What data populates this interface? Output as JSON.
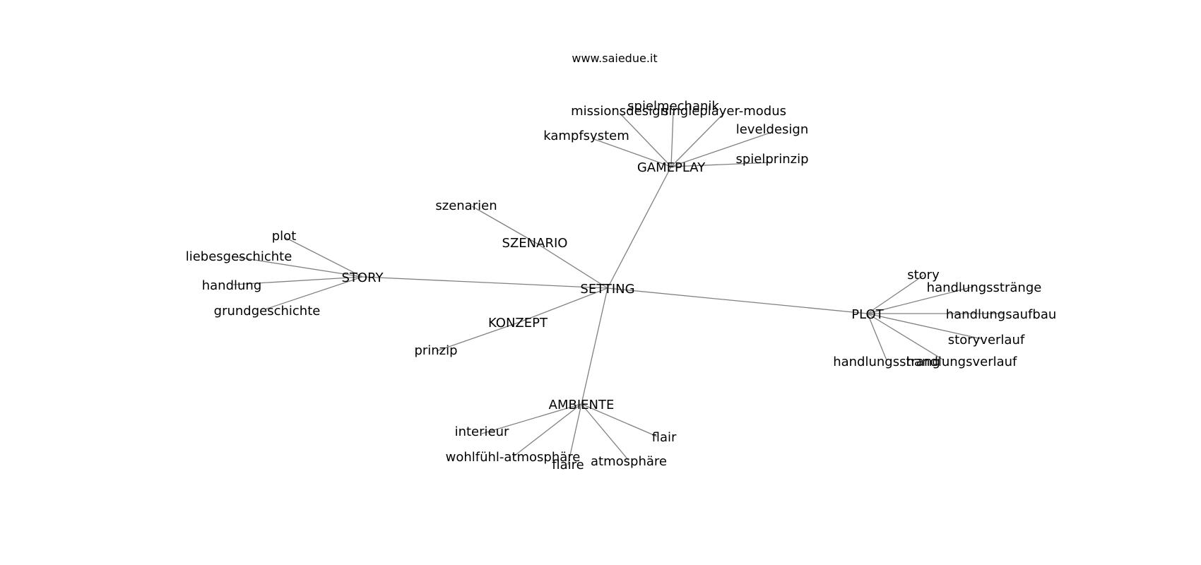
{
  "watermark": "www.saiedue.it",
  "root": "SETTING",
  "hubs": [
    {
      "id": "gameplay",
      "label": "GAMEPLAY",
      "children": [
        "missionsdesign",
        "spielmechanik",
        "singleplayer-modus",
        "leveldesign",
        "kampfsystem",
        "spielprinzip"
      ]
    },
    {
      "id": "szenario",
      "label": "SZENARIO",
      "children": [
        "szenarien"
      ]
    },
    {
      "id": "story",
      "label": "STORY",
      "children": [
        "plot",
        "liebesgeschichte",
        "handlung",
        "grundgeschichte"
      ]
    },
    {
      "id": "konzept",
      "label": "KONZEPT",
      "children": [
        "prinzip"
      ]
    },
    {
      "id": "plot",
      "label": "PLOT",
      "children": [
        "story",
        "handlungsstränge",
        "handlungsaufbau",
        "storyverlauf",
        "handlungsverlauf",
        "handlungsstrang"
      ]
    },
    {
      "id": "ambiente",
      "label": "AMBIENTE",
      "children": [
        "interieur",
        "wohlfühl-atmosphäre",
        "flaire",
        "atmosphäre",
        "flair"
      ]
    }
  ]
}
